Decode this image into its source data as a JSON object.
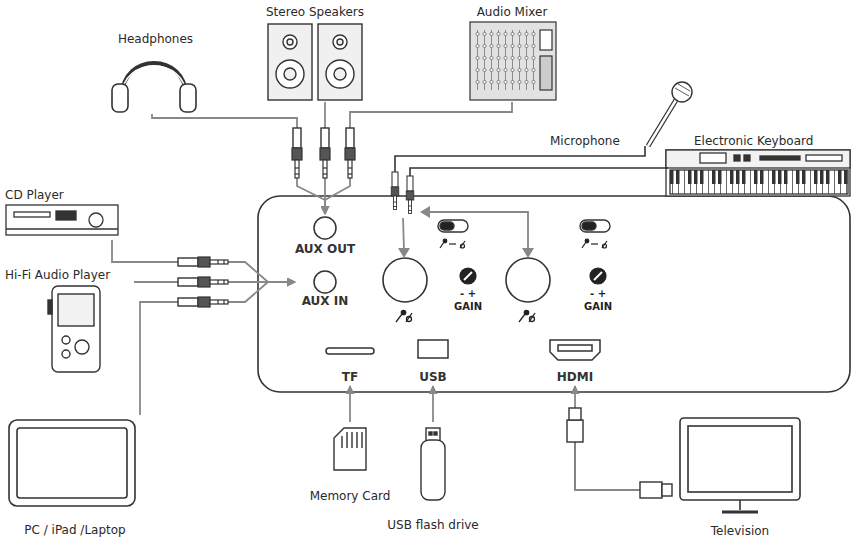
{
  "diagram": {
    "nodes": [
      {
        "text": [
          "Headphones"
        ]
      },
      {
        "text": [
          "Stereo Speakers"
        ]
      },
      {
        "text": [
          "Audio Mixer"
        ]
      },
      {
        "text": [
          "Microphone"
        ]
      },
      {
        "text": [
          "Electronic Keyboard"
        ]
      },
      {
        "text": [
          "CD Player"
        ]
      },
      {
        "text": [
          "Hi-Fi Audio Player"
        ]
      },
      {
        "text": [
          "PC / iPad /Laptop"
        ]
      },
      {
        "text": [
          "Memory Card"
        ]
      },
      {
        "text": [
          "USB flash drive"
        ]
      },
      {
        "text": [
          "Television"
        ]
      },
      {
        "text": [
          "AUX OUT"
        ]
      },
      {
        "text": [
          "AUX IN"
        ]
      },
      {
        "text": [
          "TF"
        ]
      },
      {
        "text": [
          "USB"
        ]
      },
      {
        "text": [
          "HDMI"
        ]
      }
    ],
    "edges": [
      {
        "from": 0,
        "to": 11,
        "arrow": "to"
      },
      {
        "from": 1,
        "to": 11,
        "arrow": "to"
      },
      {
        "from": 2,
        "to": 11,
        "arrow": "to"
      },
      {
        "from": 5,
        "to": 12,
        "arrow": "to"
      },
      {
        "from": 6,
        "to": 12,
        "arrow": "to"
      },
      {
        "from": 7,
        "to": 12,
        "arrow": "to"
      },
      {
        "from": 8,
        "to": 13,
        "arrow": "to"
      },
      {
        "from": 9,
        "to": 14,
        "arrow": "to"
      },
      {
        "from": 10,
        "to": 15,
        "arrow": "to"
      }
    ],
    "labels": [
      "- +",
      "GAIN",
      "- +",
      "GAIN"
    ]
  }
}
